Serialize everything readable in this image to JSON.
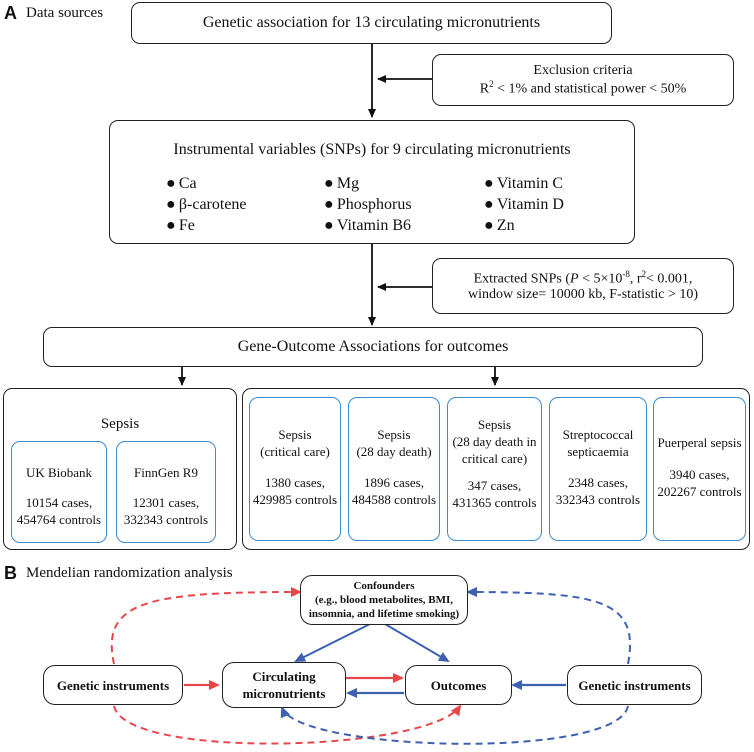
{
  "panel_a": {
    "letter": "A",
    "title": "Data sources",
    "top_box": "Genetic association for 13  circulating micronutrients",
    "exclusion": {
      "title": "Exclusion criteria",
      "line_pre": "R",
      "line_sup": "2",
      "line_post": " < 1% and  statistical power < 50%"
    },
    "instruments": {
      "title": "Instrumental variables (SNPs) for 9  circulating micronutrients",
      "col1": [
        "Ca",
        "β-carotene",
        "Fe"
      ],
      "col2": [
        "Mg",
        "Phosphorus",
        "Vitamin B6"
      ],
      "col3": [
        "Vitamin C",
        "Vitamin D",
        "Zn"
      ]
    },
    "extracted": {
      "l1_pre": "Extracted SNPs (",
      "l1_p": "P",
      "l1_mid": " < 5×10",
      "l1_sup": "-8",
      "l1_mid2": ", r",
      "l1_sup2": "2",
      "l1_post": "< 0.001,",
      "l2": "window size= 10000 kb, F-statistic > 10)"
    },
    "gene_outcome": "Gene-Outcome Associations  for outcomes",
    "sepsis_group": {
      "title": "Sepsis",
      "cohorts": [
        {
          "name": "UK Biobank",
          "cases": "10154 cases,",
          "controls": "454764 controls"
        },
        {
          "name": "FinnGen R9",
          "cases": "12301 cases,",
          "controls": "332343 controls"
        }
      ]
    },
    "outcomes": [
      {
        "name_l1": "Sepsis",
        "name_l2": "(critical care)",
        "name_l3": "",
        "cases": "1380 cases,",
        "controls": "429985 controls"
      },
      {
        "name_l1": "Sepsis",
        "name_l2": "(28 day death)",
        "name_l3": "",
        "cases": "1896 cases,",
        "controls": "484588 controls"
      },
      {
        "name_l1": "Sepsis",
        "name_l2": "(28 day death in",
        "name_l3": "critical care)",
        "cases": "347 cases,",
        "controls": "431365 controls"
      },
      {
        "name_l1": "Streptococcal",
        "name_l2": "septicaemia",
        "name_l3": "",
        "cases": "2348 cases,",
        "controls": "332343 controls"
      },
      {
        "name_l1": "Puerperal sepsis",
        "name_l2": "",
        "name_l3": "",
        "cases": "3940 cases,",
        "controls": "202267 controls"
      }
    ]
  },
  "panel_b": {
    "letter": "B",
    "title": "Mendelian randomization analysis",
    "confounders": {
      "l1": "Confounders",
      "l2": "(e.g., blood metabolites, BMI,",
      "l3": "insomnia, and lifetime smoking)"
    },
    "genetic_left": "Genetic instruments",
    "micronutrients_l1": "Circulating",
    "micronutrients_l2": "micronutrients",
    "outcomes": "Outcomes",
    "genetic_right": "Genetic instruments",
    "colors": {
      "red": "#e8474a",
      "blue": "#3d60b0"
    }
  }
}
